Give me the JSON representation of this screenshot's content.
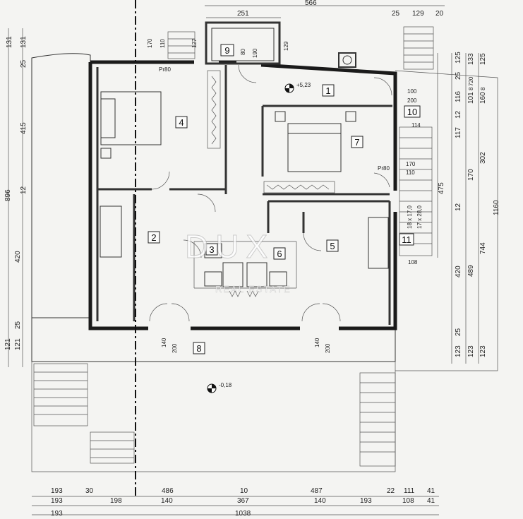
{
  "rooms": [
    "1",
    "2",
    "3",
    "4",
    "5",
    "6",
    "7",
    "8",
    "9",
    "10",
    "11"
  ],
  "level_marks": {
    "upper": "+5,23",
    "lower": "-0,18"
  },
  "notes": {
    "pr80_a": "Pr80",
    "pr80_b": "Pr80"
  },
  "openings": {
    "o_100": "100",
    "o_200a": "200",
    "o_170": "170",
    "o_110": "110",
    "o_140a": "140",
    "o_200b": "200",
    "o_140b": "140",
    "o_200c": "200",
    "o_80": "80",
    "o_190": "190",
    "o_170b": "170",
    "o_110b": "110",
    "o_127": "127",
    "o_129": "129",
    "stair_a": "18 x 17,0",
    "stair_b": "17 x 28,0",
    "o_114": "114",
    "o_108": "108"
  },
  "top_dims": {
    "d251": "251",
    "d566": "566",
    "d25": "25",
    "d129": "129",
    "d20": "20"
  },
  "left_dims": [
    "131",
    "131",
    "25",
    "415",
    "12",
    "896",
    "420",
    "25",
    "121",
    "121"
  ],
  "right_dims_col1": [
    "125",
    "25",
    "116",
    "12",
    "117",
    "12",
    "420",
    "25",
    "123"
  ],
  "right_dims_col2": [
    "133",
    "101",
    "160",
    "302",
    "170",
    "475",
    "489",
    "123"
  ],
  "right_dims_col3": [
    "125",
    "720",
    "744",
    "1160",
    "123"
  ],
  "right_dims_small": [
    "8",
    "8"
  ],
  "bottom_row1": [
    "193",
    "30",
    "486",
    "10",
    "487",
    "22",
    "111",
    "41"
  ],
  "bottom_row2": [
    "193",
    "198",
    "140",
    "367",
    "140",
    "193",
    "108",
    "41"
  ],
  "bottom_row3": [
    "193",
    "1038"
  ],
  "watermark": {
    "brand": "DUX",
    "sub": "REAL ESTATE"
  }
}
